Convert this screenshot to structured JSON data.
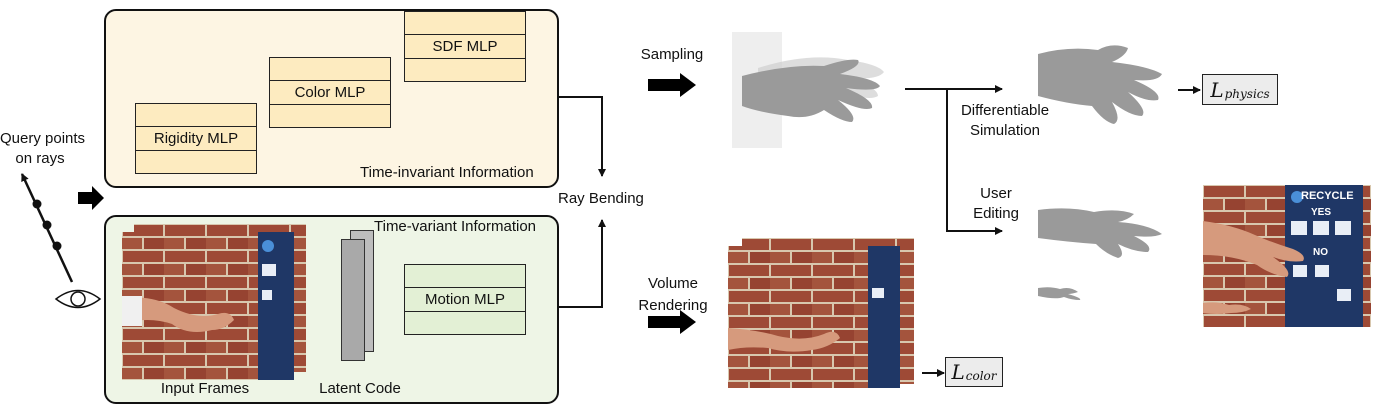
{
  "panels": {
    "top_caption": "Time-invariant Information",
    "bottom_caption": "Time-variant Information"
  },
  "mlps": {
    "sdf": "SDF MLP",
    "color": "Color MLP",
    "rigidity": "Rigidity MLP",
    "motion": "Motion MLP"
  },
  "labels": {
    "query_points": "Query points\non rays",
    "ray_bending": "Ray Bending",
    "input_frames": "Input Frames",
    "latent_code": "Latent Code",
    "sampling": "Sampling",
    "volume_rendering": "Volume\nRendering",
    "differentiable_simulation": "Differentiable\nSimulation",
    "user_editing": "User\nEditing"
  },
  "losses": {
    "physics": {
      "symbol": "L",
      "subscript": "physics"
    },
    "color": {
      "symbol": "L",
      "subscript": "color"
    }
  },
  "poster": {
    "title": "RECYCLE",
    "subtitle": "YES",
    "no_text": "NO"
  },
  "colors": {
    "top_panel_bg": "#fdf5e3",
    "bottom_panel_bg": "#eef5e6",
    "mlp_top_fill": "#fdebc0",
    "mlp_motion_fill": "#e3f0d5",
    "brick": "#9e4a36",
    "mortar": "#d8c7ae",
    "hand_gray": "#9a9a9a",
    "skin": "#d69a7d",
    "poster_blue": "#1f3766"
  }
}
